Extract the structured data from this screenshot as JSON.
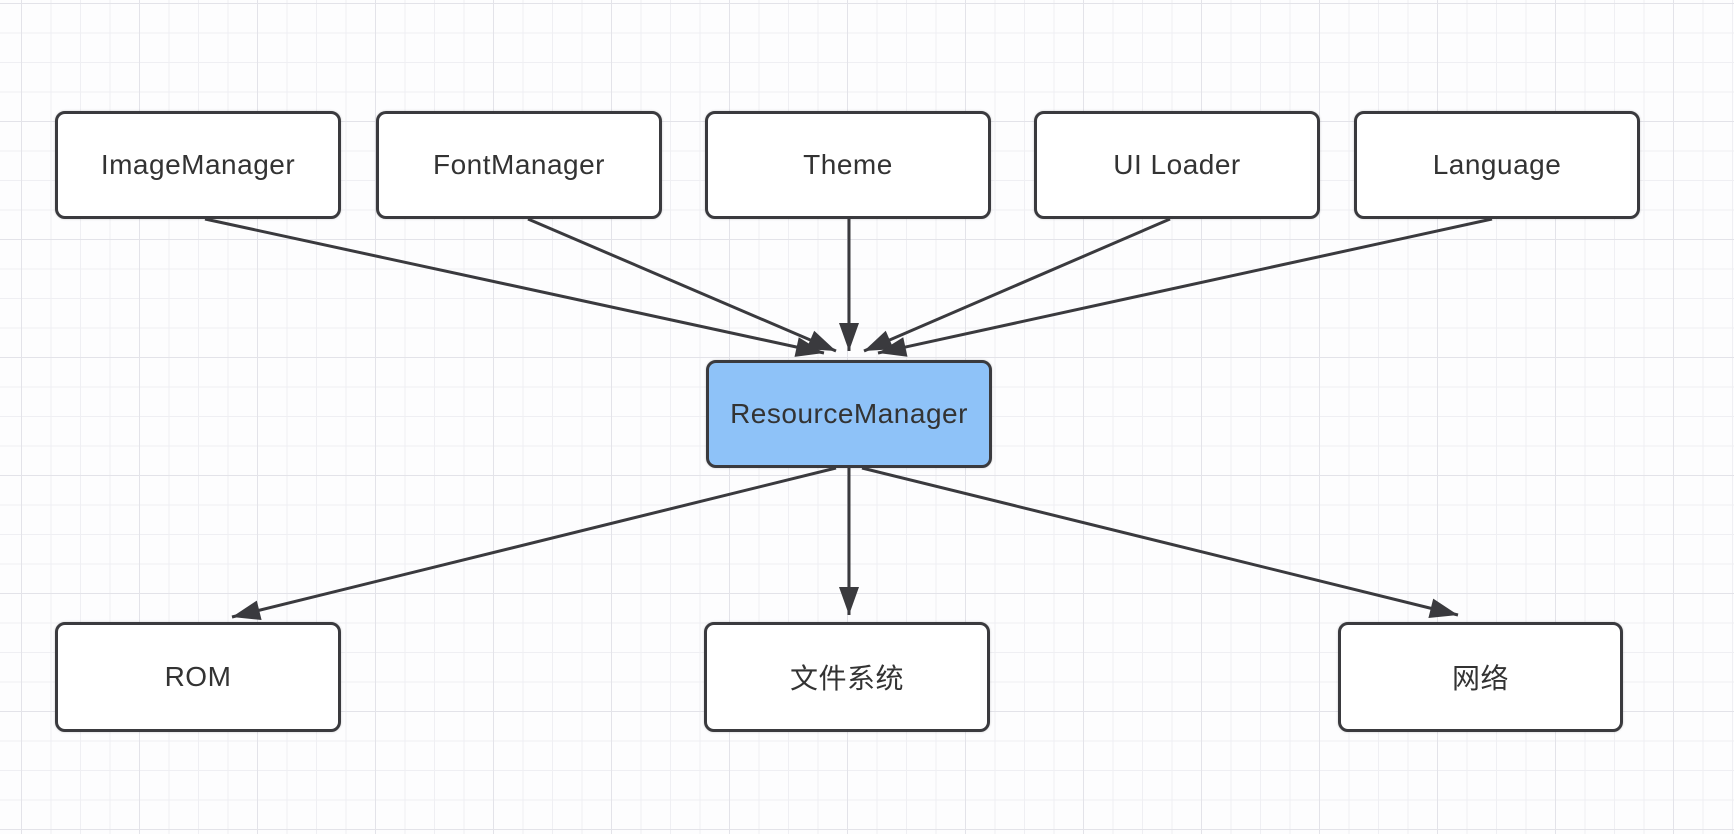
{
  "diagram": {
    "nodes": [
      {
        "id": "image-manager",
        "label": "ImageManager",
        "role": "source"
      },
      {
        "id": "font-manager",
        "label": "FontManager",
        "role": "source"
      },
      {
        "id": "theme",
        "label": "Theme",
        "role": "source"
      },
      {
        "id": "ui-loader",
        "label": "UI Loader",
        "role": "source"
      },
      {
        "id": "language",
        "label": "Language",
        "role": "source"
      },
      {
        "id": "resource-manager",
        "label": "ResourceManager",
        "role": "hub",
        "highlighted": true
      },
      {
        "id": "rom",
        "label": "ROM",
        "role": "target"
      },
      {
        "id": "file-system",
        "label": "文件系统",
        "role": "target"
      },
      {
        "id": "network",
        "label": "网络",
        "role": "target"
      }
    ],
    "edges": [
      {
        "from": "image-manager",
        "to": "resource-manager"
      },
      {
        "from": "font-manager",
        "to": "resource-manager"
      },
      {
        "from": "theme",
        "to": "resource-manager"
      },
      {
        "from": "ui-loader",
        "to": "resource-manager"
      },
      {
        "from": "language",
        "to": "resource-manager"
      },
      {
        "from": "resource-manager",
        "to": "rom"
      },
      {
        "from": "resource-manager",
        "to": "file-system"
      },
      {
        "from": "resource-manager",
        "to": "network"
      }
    ],
    "colors": {
      "node_fill": "#ffffff",
      "highlight_fill": "#8ec2f8",
      "node_border": "#3a3a3e",
      "arrow": "#3a3a3e",
      "text": "#333333",
      "grid_minor": "#efeff3",
      "grid_major": "#e3e3e9",
      "canvas_background": "#fdfdfe"
    }
  }
}
